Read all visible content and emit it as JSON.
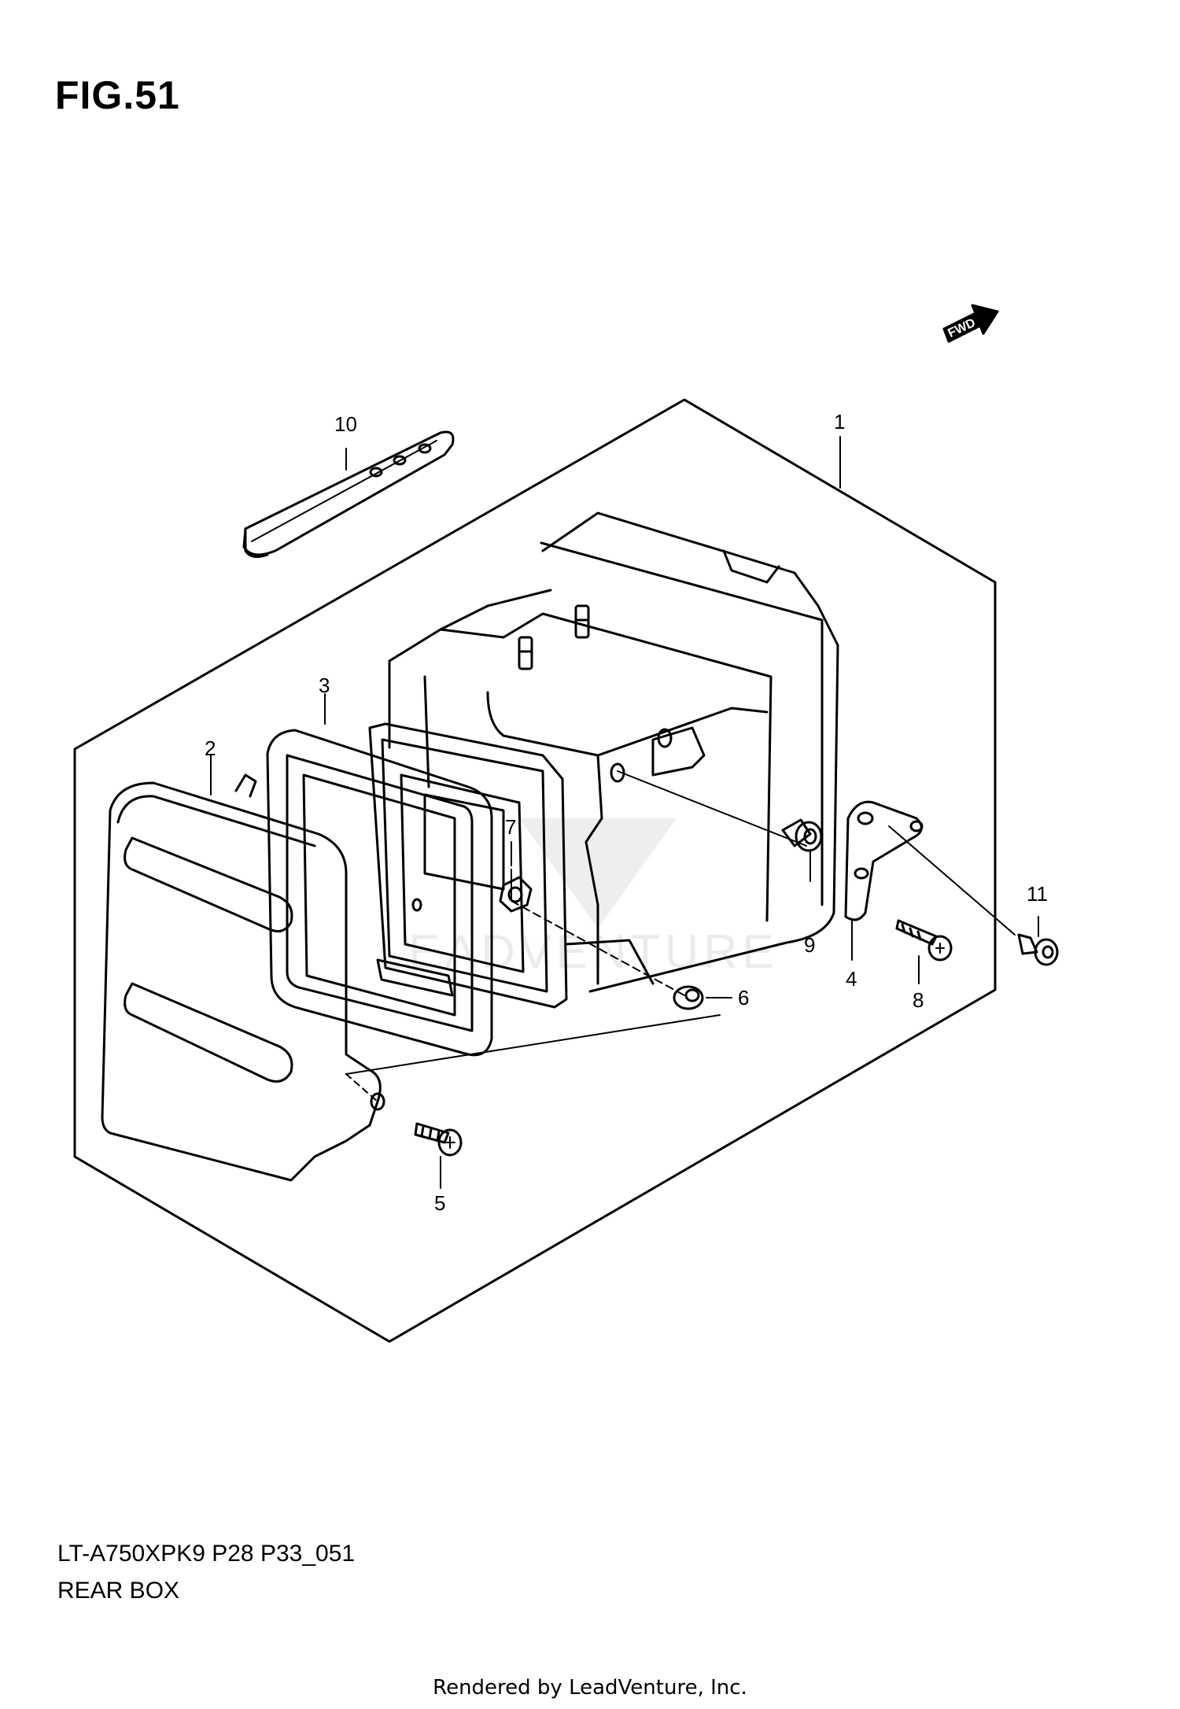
{
  "figure": {
    "title": "FIG.51",
    "model_code": "LT-A750XPK9 P28 P33_051",
    "section_name": "REAR BOX",
    "fwd_label": "FWD"
  },
  "callouts": [
    "1",
    "2",
    "3",
    "4",
    "5",
    "6",
    "7",
    "8",
    "9",
    "10",
    "11"
  ],
  "watermark": "LEADVENTURE",
  "footer": "Rendered by LeadVenture, Inc."
}
